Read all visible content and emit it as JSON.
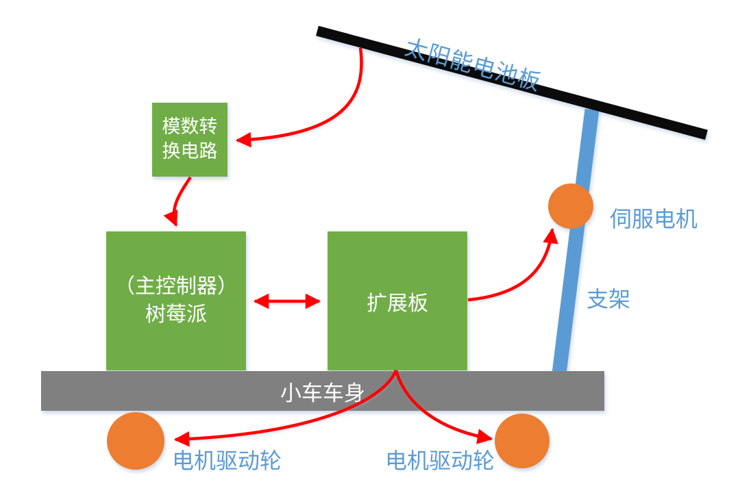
{
  "diagram": {
    "type": "system-architecture-diagram",
    "subject": "solar-powered smart car component diagram",
    "colors": {
      "box_green": "#70AD47",
      "wheel_orange": "#ED7D31",
      "bracket_blue": "#5B9BD5",
      "label_blue": "#5B9BD5",
      "body_gray": "#808080",
      "panel_black": "#0b0b0b",
      "arrow_red": "#FF0000",
      "box_text_white": "#ffffff"
    },
    "nodes": {
      "solar_panel": {
        "label": "太阳能电池板",
        "shape": "tilted black bar"
      },
      "adc_circuit": {
        "label": "模数转\n换电路",
        "shape": "green box"
      },
      "raspberry_pi": {
        "label": "（主控制器）\n树莓派",
        "shape": "green box"
      },
      "expansion_board": {
        "label": "扩展板",
        "shape": "green box"
      },
      "servo_motor": {
        "label": "伺服电机",
        "shape": "orange circle"
      },
      "bracket": {
        "label": "支架",
        "shape": "blue bar"
      },
      "car_body": {
        "label": "小车车身",
        "shape": "gray bar"
      },
      "left_wheel": {
        "label": "电机驱动轮",
        "shape": "orange circle"
      },
      "right_wheel": {
        "label": "电机驱动轮",
        "shape": "orange circle"
      }
    },
    "edges": [
      {
        "from": "solar_panel",
        "to": "adc_circuit",
        "style": "red curved arrow"
      },
      {
        "from": "adc_circuit",
        "to": "raspberry_pi",
        "style": "red curved arrow"
      },
      {
        "from": "raspberry_pi",
        "to": "expansion_board",
        "style": "red double-headed arrow"
      },
      {
        "from": "expansion_board",
        "to": "servo_motor",
        "style": "red curved arrow"
      },
      {
        "from": "expansion_board",
        "to": "left_wheel",
        "style": "red curved arrow"
      },
      {
        "from": "expansion_board",
        "to": "right_wheel",
        "style": "red curved arrow"
      }
    ]
  }
}
